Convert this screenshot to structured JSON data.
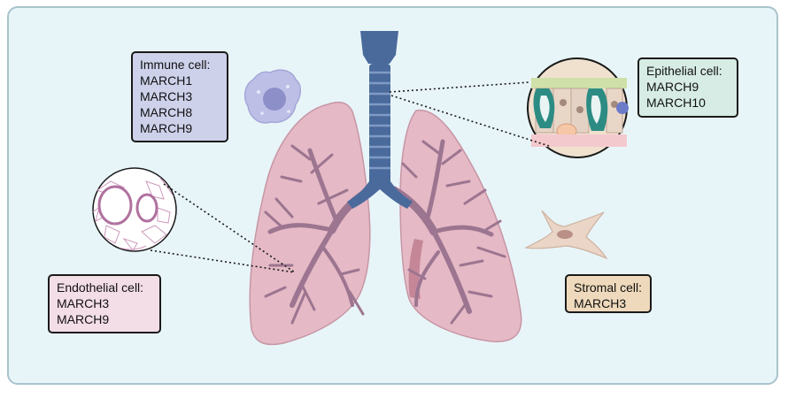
{
  "cells": {
    "immune": {
      "title": "Immune cell:",
      "genes": [
        "MARCH1",
        "MARCH3",
        "MARCH8",
        "MARCH9"
      ],
      "color": "#cdd1ea"
    },
    "epithelial": {
      "title": "Epithelial cell:",
      "genes": [
        "MARCH9",
        "MARCH10"
      ],
      "color": "#d6ece4"
    },
    "endothelial": {
      "title": "Endothelial cell:",
      "genes": [
        "MARCH3",
        "MARCH9"
      ],
      "color": "#f3dde6"
    },
    "stromal": {
      "title": "Stromal cell:",
      "genes": [
        "MARCH3"
      ],
      "color": "#efd9bc"
    }
  },
  "colors": {
    "lung": "#e5b9c5",
    "trachea": "#4a6a9c",
    "bronchi": "#9c7590",
    "panel": "#e8f5f8"
  }
}
